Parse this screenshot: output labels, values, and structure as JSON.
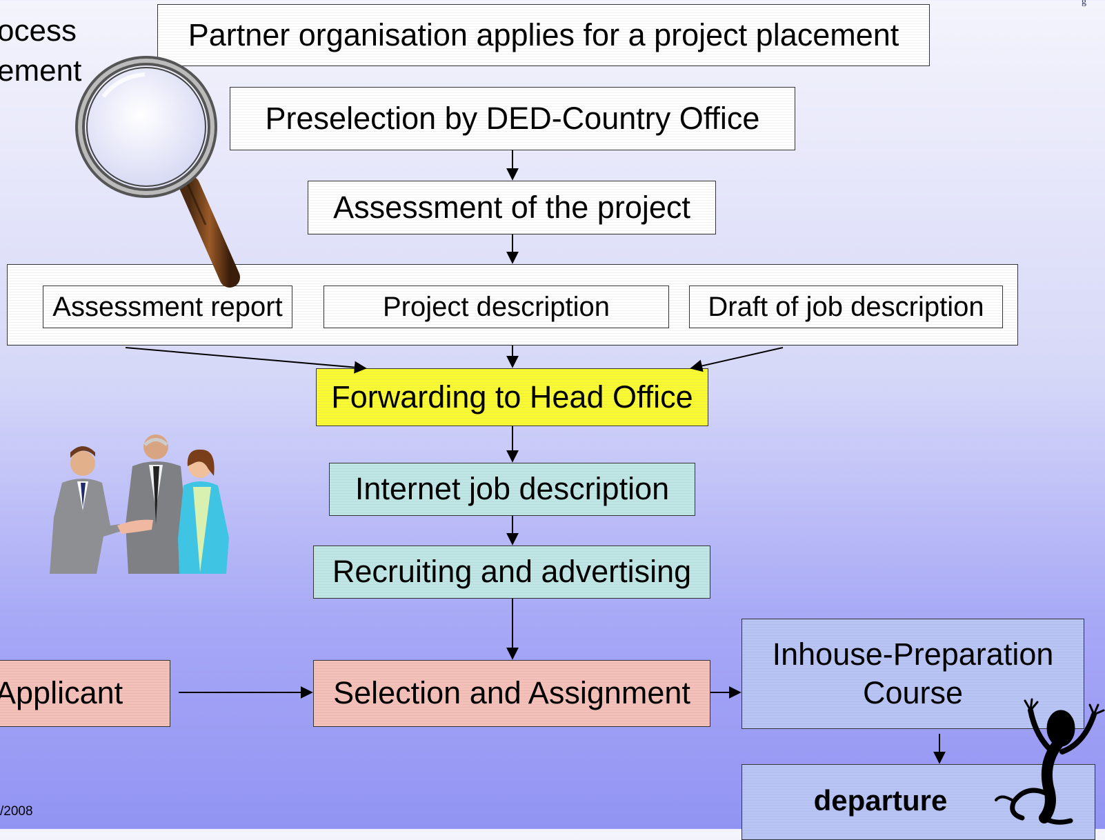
{
  "corner_title": {
    "line1": "ocess",
    "line2": "ement"
  },
  "footer_date": "/2008",
  "steps": {
    "partner_applies": "Partner organisation applies for a project placement",
    "preselection": "Preselection by DED-Country Office",
    "assessment": "Assessment of the project",
    "assessment_report": "Assessment report",
    "project_description": "Project description",
    "draft_job_description": "Draft of job description",
    "forwarding": "Forwarding to Head Office",
    "internet_job": "Internet job description",
    "recruiting": "Recruiting and advertising",
    "applicant": "Applicant",
    "selection": "Selection and Assignment",
    "inhouse": "Inhouse-Preparation Course",
    "departure": "departure"
  },
  "colors": {
    "yellow": "#fafa32",
    "cyan": "#bfe6e4",
    "salmon": "#f4c0b8",
    "blue": "#b8c4f4"
  }
}
